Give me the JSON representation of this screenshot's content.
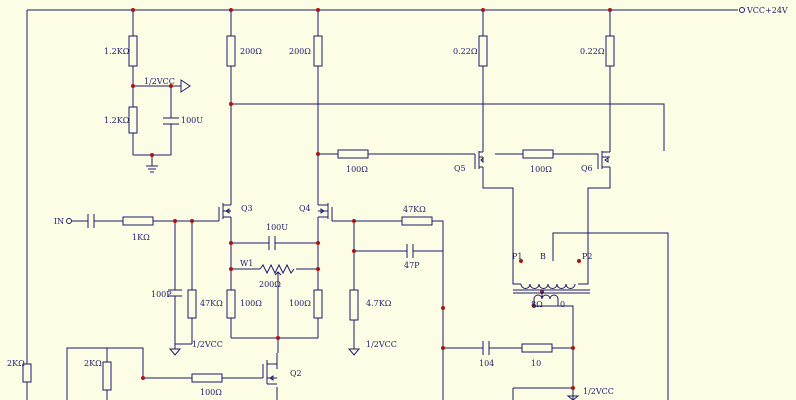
{
  "colors": {
    "background": "#fdfde6",
    "wire": "#1c1c6b",
    "junction": "#a01818"
  },
  "supply": {
    "label": "VCC+24V"
  },
  "input": {
    "label": "IN"
  },
  "resistors": {
    "r_bias_top": "1.2KΩ",
    "r_bias_bot": "1.2KΩ",
    "r_q3_load": "200Ω",
    "r_q4_load": "200Ω",
    "r_p1": "0.22Ω",
    "r_p2": "0.22Ω",
    "r_gate_q5": "100Ω",
    "r_gate_q6": "100Ω",
    "r_input": "1KΩ",
    "r_feedback": "47KΩ",
    "r_gnd_in": "47KΩ",
    "r_src_q3": "100Ω",
    "r_src_q4": "100Ω",
    "r_fb_gnd": "4.7KΩ",
    "r_left": "2KΩ",
    "r_box": "2KΩ",
    "r_gate_q2": "100Ω",
    "r_snubber": "10"
  },
  "capacitors": {
    "c_bias": "100U",
    "c_src": "100U",
    "c_in": "100P",
    "c_fb": "47P",
    "c_snubber": "104"
  },
  "potentiometer": {
    "name": "W1",
    "value": "200Ω"
  },
  "transistors": {
    "q2": "Q2",
    "q3": "Q3",
    "q4": "Q4",
    "q5": "Q5",
    "q6": "Q6"
  },
  "rails": {
    "half_vcc_bias": "1/2VCC",
    "half_vcc_in": "1/2VCC",
    "half_vcc_fb": "1/2VCC",
    "half_vcc_out": "1/2VCC"
  },
  "transformer": {
    "p1": "P1",
    "b": "B",
    "p2": "P2",
    "sec_8": "8Ω",
    "sec_0": "0"
  }
}
